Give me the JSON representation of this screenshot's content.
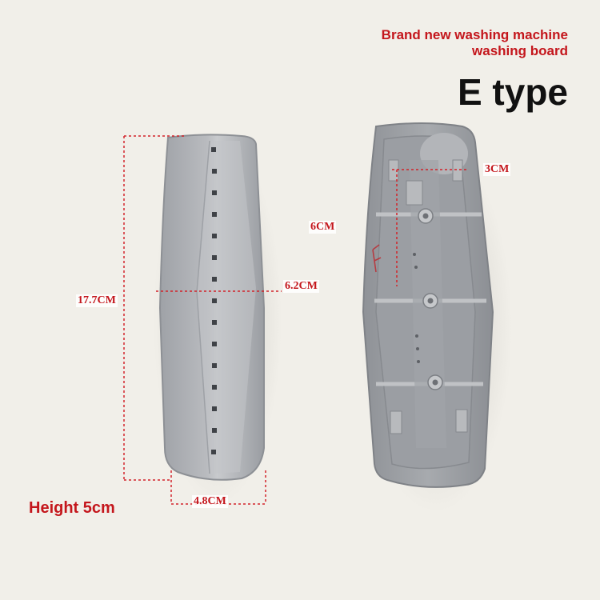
{
  "header": {
    "title_line1": "Brand new washing machine",
    "title_line2": "washing board",
    "type_label": "E type"
  },
  "dimensions": {
    "length": "17.7CM",
    "width": "6.2CM",
    "base": "4.8CM",
    "rib_gap": "6CM",
    "slot": "3CM",
    "height": "Height 5cm"
  },
  "colors": {
    "background": "#f1efe9",
    "accent": "#c4161c",
    "plastic": "#a9abaf"
  }
}
